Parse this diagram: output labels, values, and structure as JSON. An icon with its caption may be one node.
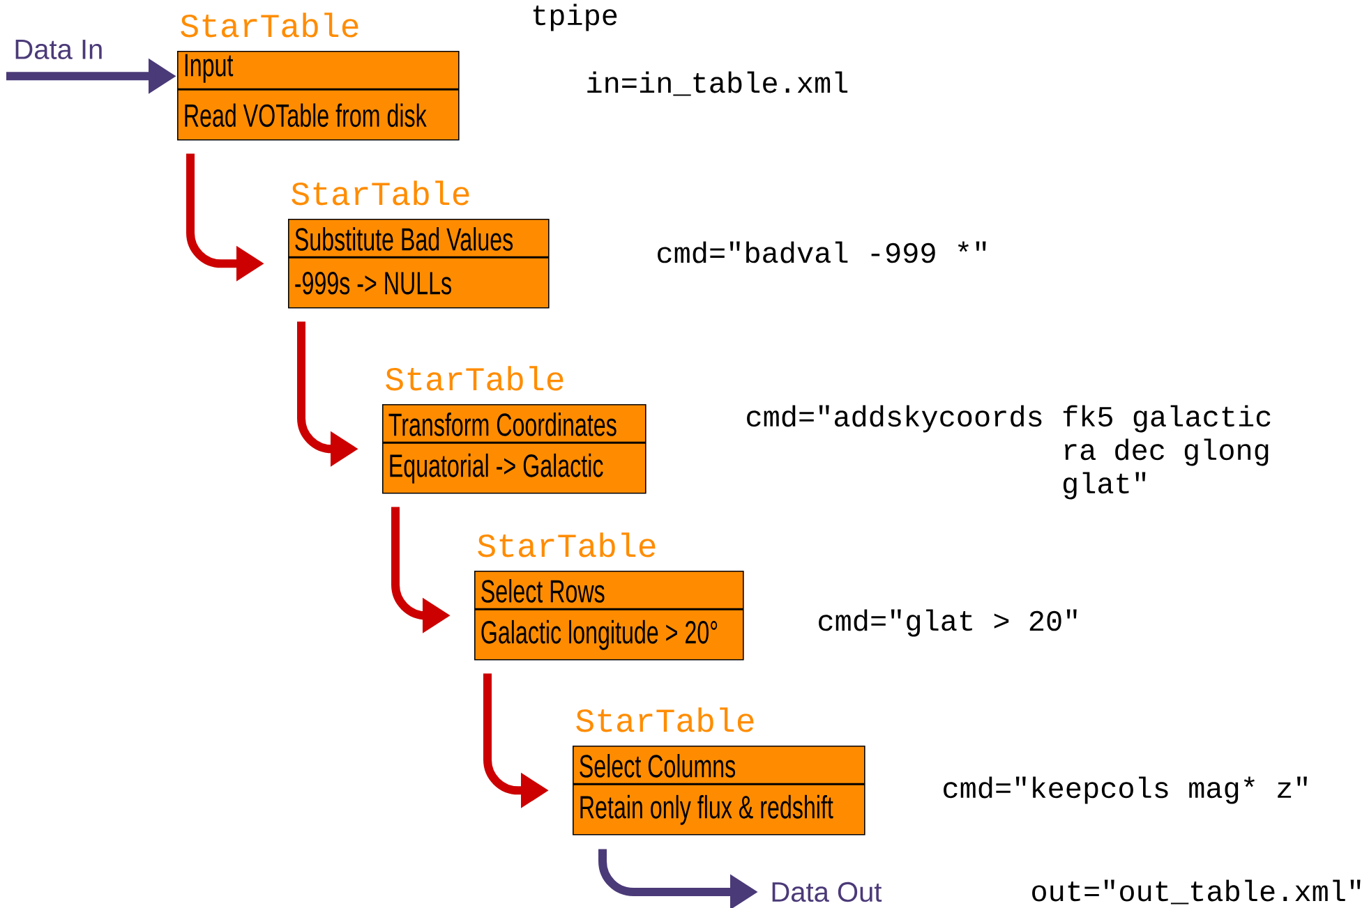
{
  "diagram": {
    "nodes": [
      {
        "text": [
          "Data In"
        ]
      },
      {
        "text": [
          "StarTable",
          "Input",
          "Read VOTable from disk"
        ]
      },
      {
        "text": [
          "StarTable",
          "Substitute Bad Values",
          "-999s -> NULLs"
        ],
        "beside": [
          "cmd=\"badval -999 *\""
        ]
      },
      {
        "text": [
          "StarTable",
          "Transform Coordinates",
          "Equatorial -> Galactic"
        ],
        "beside": [
          "cmd=\"addskycoords fk5 galactic ra dec glong glat\""
        ]
      },
      {
        "text": [
          "StarTable",
          "Select Rows",
          "Galactic longitude > 20°"
        ],
        "beside": [
          "cmd=\"glat > 20\""
        ]
      },
      {
        "text": [
          "StarTable",
          "Select Columns",
          "Retain only flux & redshift"
        ],
        "beside": [
          "cmd=\"keepcols mag* z\""
        ]
      },
      {
        "text": [
          "Data Out"
        ]
      }
    ],
    "edges": [
      {
        "from": 0,
        "to": 1,
        "arrow": "to",
        "color": "#4b3a78"
      },
      {
        "from": 1,
        "to": 2,
        "arrow": "to"
      },
      {
        "from": 2,
        "to": 3,
        "arrow": "to"
      },
      {
        "from": 3,
        "to": 4,
        "arrow": "to"
      },
      {
        "from": 4,
        "to": 5,
        "arrow": "to"
      },
      {
        "from": 5,
        "to": 6,
        "arrow": "to",
        "color": "#4b3a78"
      }
    ],
    "labels": [
      "tpipe",
      "in=in_table.xml",
      "out=\"out_table.xml\""
    ]
  }
}
